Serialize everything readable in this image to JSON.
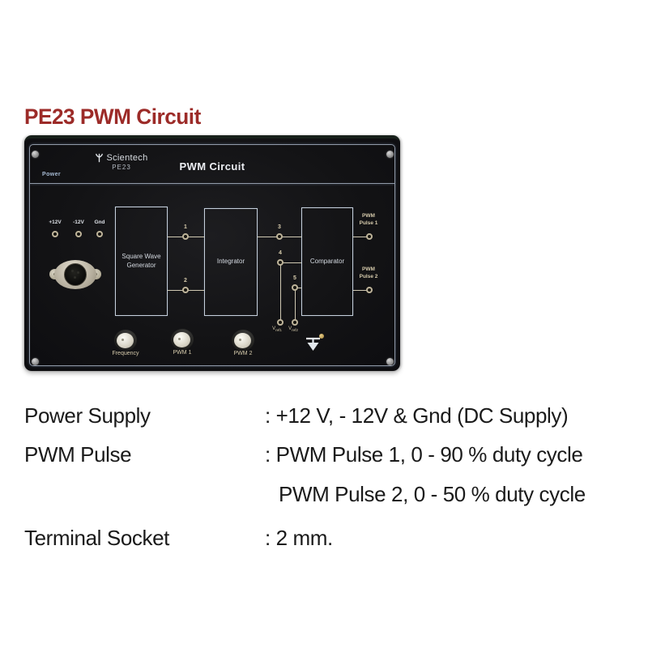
{
  "title": "PE23 PWM Circuit",
  "panel": {
    "brand": "Scientech",
    "model": "PE23",
    "header_title": "PWM Circuit",
    "power_label": "Power",
    "supply": [
      {
        "label": "+12V"
      },
      {
        "label": "-12V"
      },
      {
        "label": "Gnd"
      }
    ],
    "blocks": [
      {
        "label": "Square Wave Generator"
      },
      {
        "label": "Integrator"
      },
      {
        "label": "Comparator"
      }
    ],
    "test_points": [
      "1",
      "2",
      "3",
      "4",
      "5"
    ],
    "vref": [
      {
        "base": "V",
        "sub": "ref1"
      },
      {
        "base": "V",
        "sub": "ref2"
      }
    ],
    "outputs": [
      {
        "label": "PWM Pulse 1"
      },
      {
        "label": "PWM Pulse 2"
      }
    ],
    "knobs": [
      {
        "label": "Frequency"
      },
      {
        "label": "PWM 1"
      },
      {
        "label": "PWM 2"
      }
    ]
  },
  "specs": [
    {
      "label": "Power Supply",
      "value": ": +12 V, - 12V & Gnd (DC Supply)"
    },
    {
      "label": "PWM Pulse",
      "value": ": PWM Pulse 1, 0 - 90 % duty cycle"
    },
    {
      "label": "",
      "value": "PWM Pulse 2, 0 - 50 % duty cycle"
    },
    {
      "label": "Terminal Socket",
      "value": ": 2 mm."
    }
  ],
  "colors": {
    "title_red": "#9c2b28",
    "panel_black": "#141416",
    "panel_line": "#a7b2c2",
    "wire_tan": "#cfc8b2"
  }
}
